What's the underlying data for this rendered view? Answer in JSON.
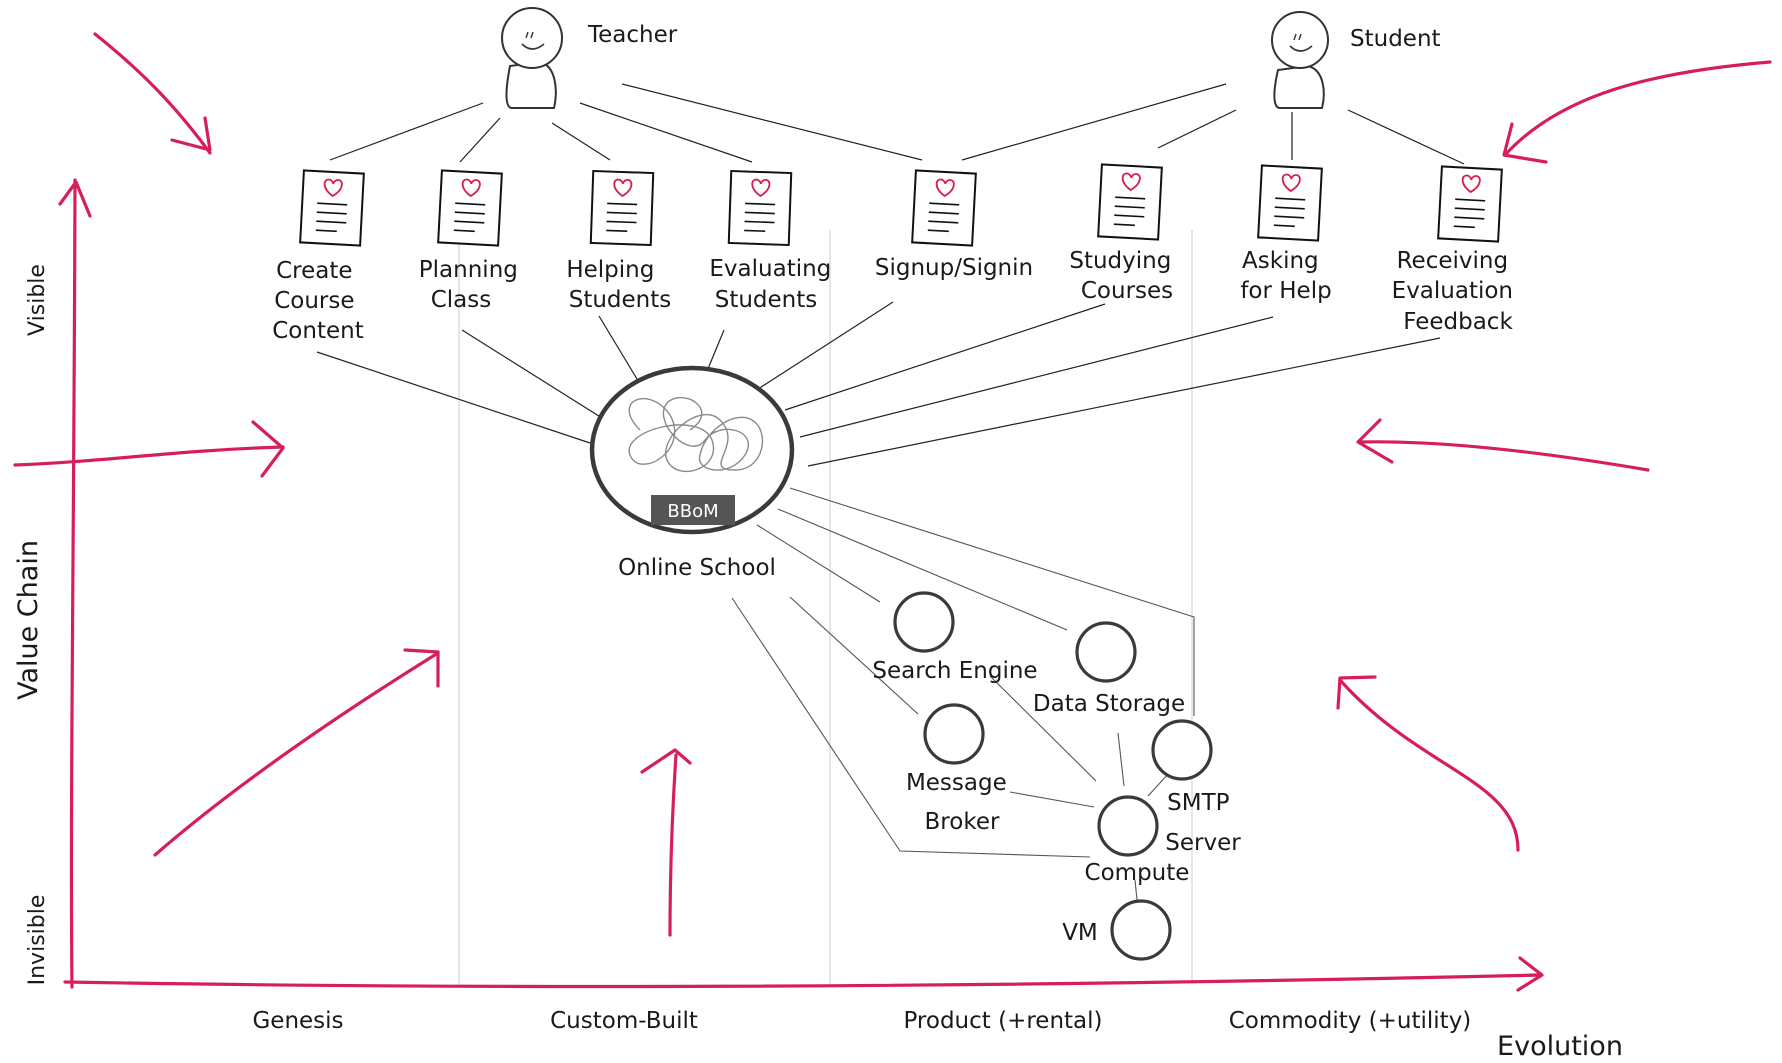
{
  "actors": {
    "teacher": "Teacher",
    "student": "Student"
  },
  "needs": {
    "create_course": [
      "Create",
      "Course",
      "Content"
    ],
    "planning_class": [
      "Planning",
      "Class"
    ],
    "helping_students": [
      "Helping",
      "Students"
    ],
    "evaluating_students": [
      "Evaluating",
      "Students"
    ],
    "signup": [
      "Signup/Signin"
    ],
    "studying_courses": [
      "Studying",
      "Courses"
    ],
    "asking_help": [
      "Asking",
      "for Help"
    ],
    "receiving_feedback": [
      "Receiving",
      "Evaluation",
      "Feedback"
    ]
  },
  "core": {
    "name": "Online School",
    "badge": "BBoM"
  },
  "components": {
    "search_engine": "Search Engine",
    "data_storage": "Data Storage",
    "message_broker": [
      "Message",
      "Broker"
    ],
    "smtp_server": [
      "SMTP",
      "Server"
    ],
    "compute": "Compute",
    "vm": "VM"
  },
  "axes": {
    "y_title": "Value Chain",
    "y_top": "Visible",
    "y_bottom": "Invisible",
    "x_title": "Evolution",
    "stages": [
      "Genesis",
      "Custom-Built",
      "Product (+rental)",
      "Commodity (+utility)"
    ]
  },
  "colors": {
    "accent": "#d61f5a",
    "badge_bg": "#555555",
    "grid": "#d6d6d6"
  }
}
